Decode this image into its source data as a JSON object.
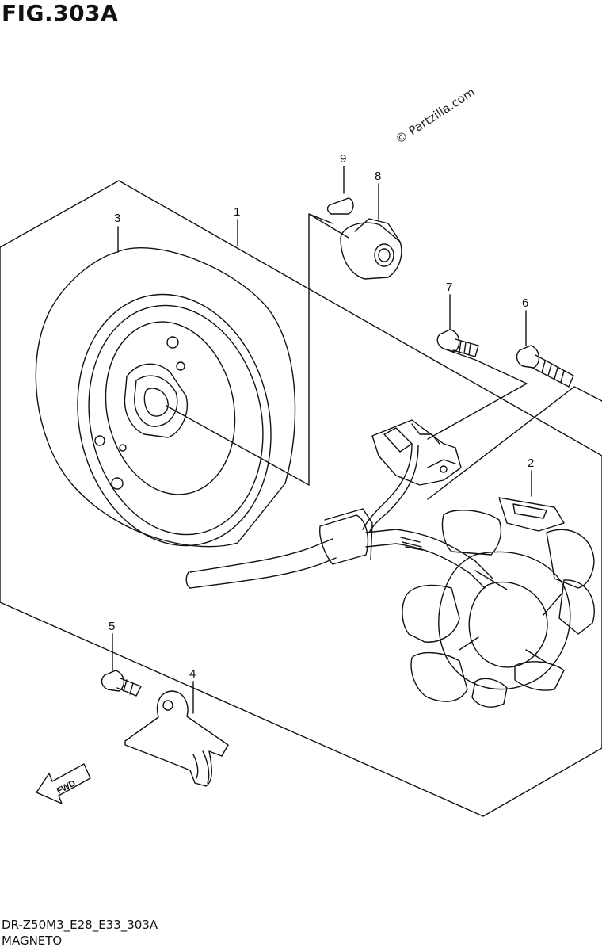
{
  "title": "FIG.303A",
  "watermark": "© Partzilla.com",
  "drawing_code": "DR-Z50M3_E28_E33_303A",
  "caption": "MAGNETO",
  "fwd_label": "FWD",
  "callouts": [
    "1",
    "2",
    "3",
    "4",
    "5",
    "6",
    "7",
    "8",
    "9"
  ]
}
